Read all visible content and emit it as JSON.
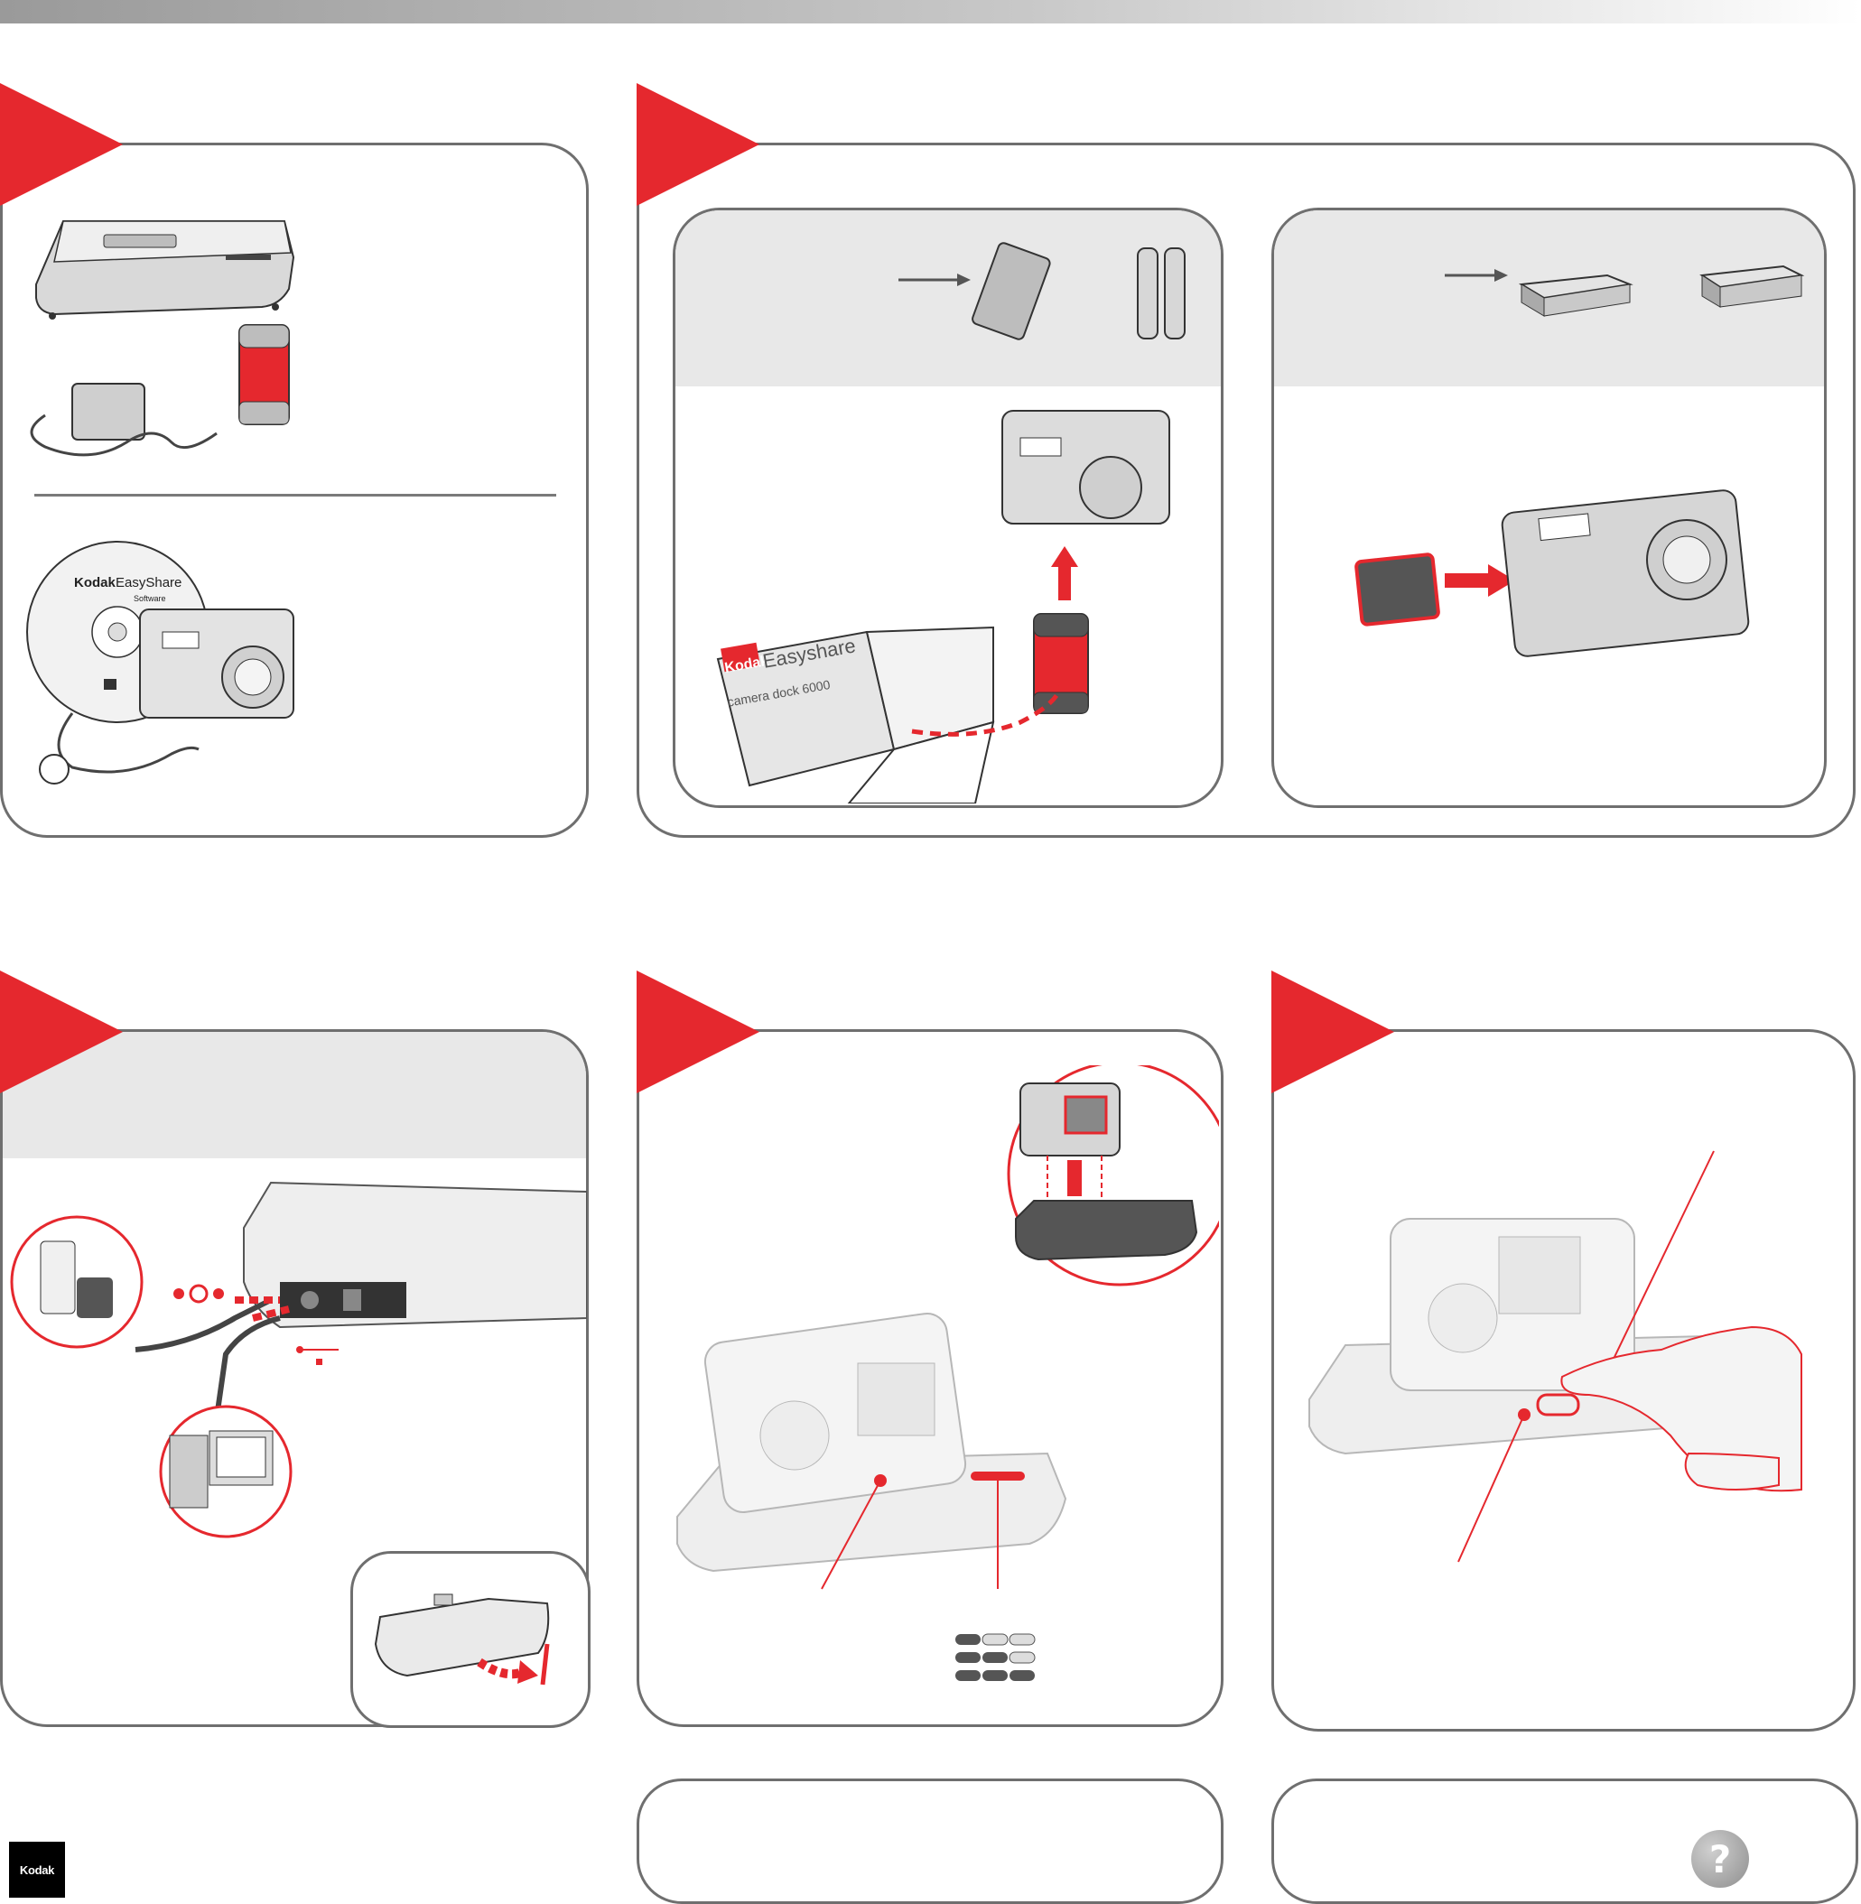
{
  "logo": {
    "brand_text": "Kodak"
  },
  "cd_label": {
    "brand": "Kodak",
    "product": "EasyShare",
    "sub": "Software"
  },
  "box_label": {
    "brand": "Kodak",
    "product": "Easyshare",
    "model": "camera dock 6000"
  },
  "help": {
    "symbol": "?"
  },
  "colors": {
    "accent": "#e5282e",
    "panel_border": "#6f6f6f",
    "band": "#e8e8e8"
  },
  "icons": [
    "kodak-logo-icon",
    "help-icon",
    "arrow-right-icon",
    "usb-symbol-icon",
    "dc-polarity-icon"
  ]
}
